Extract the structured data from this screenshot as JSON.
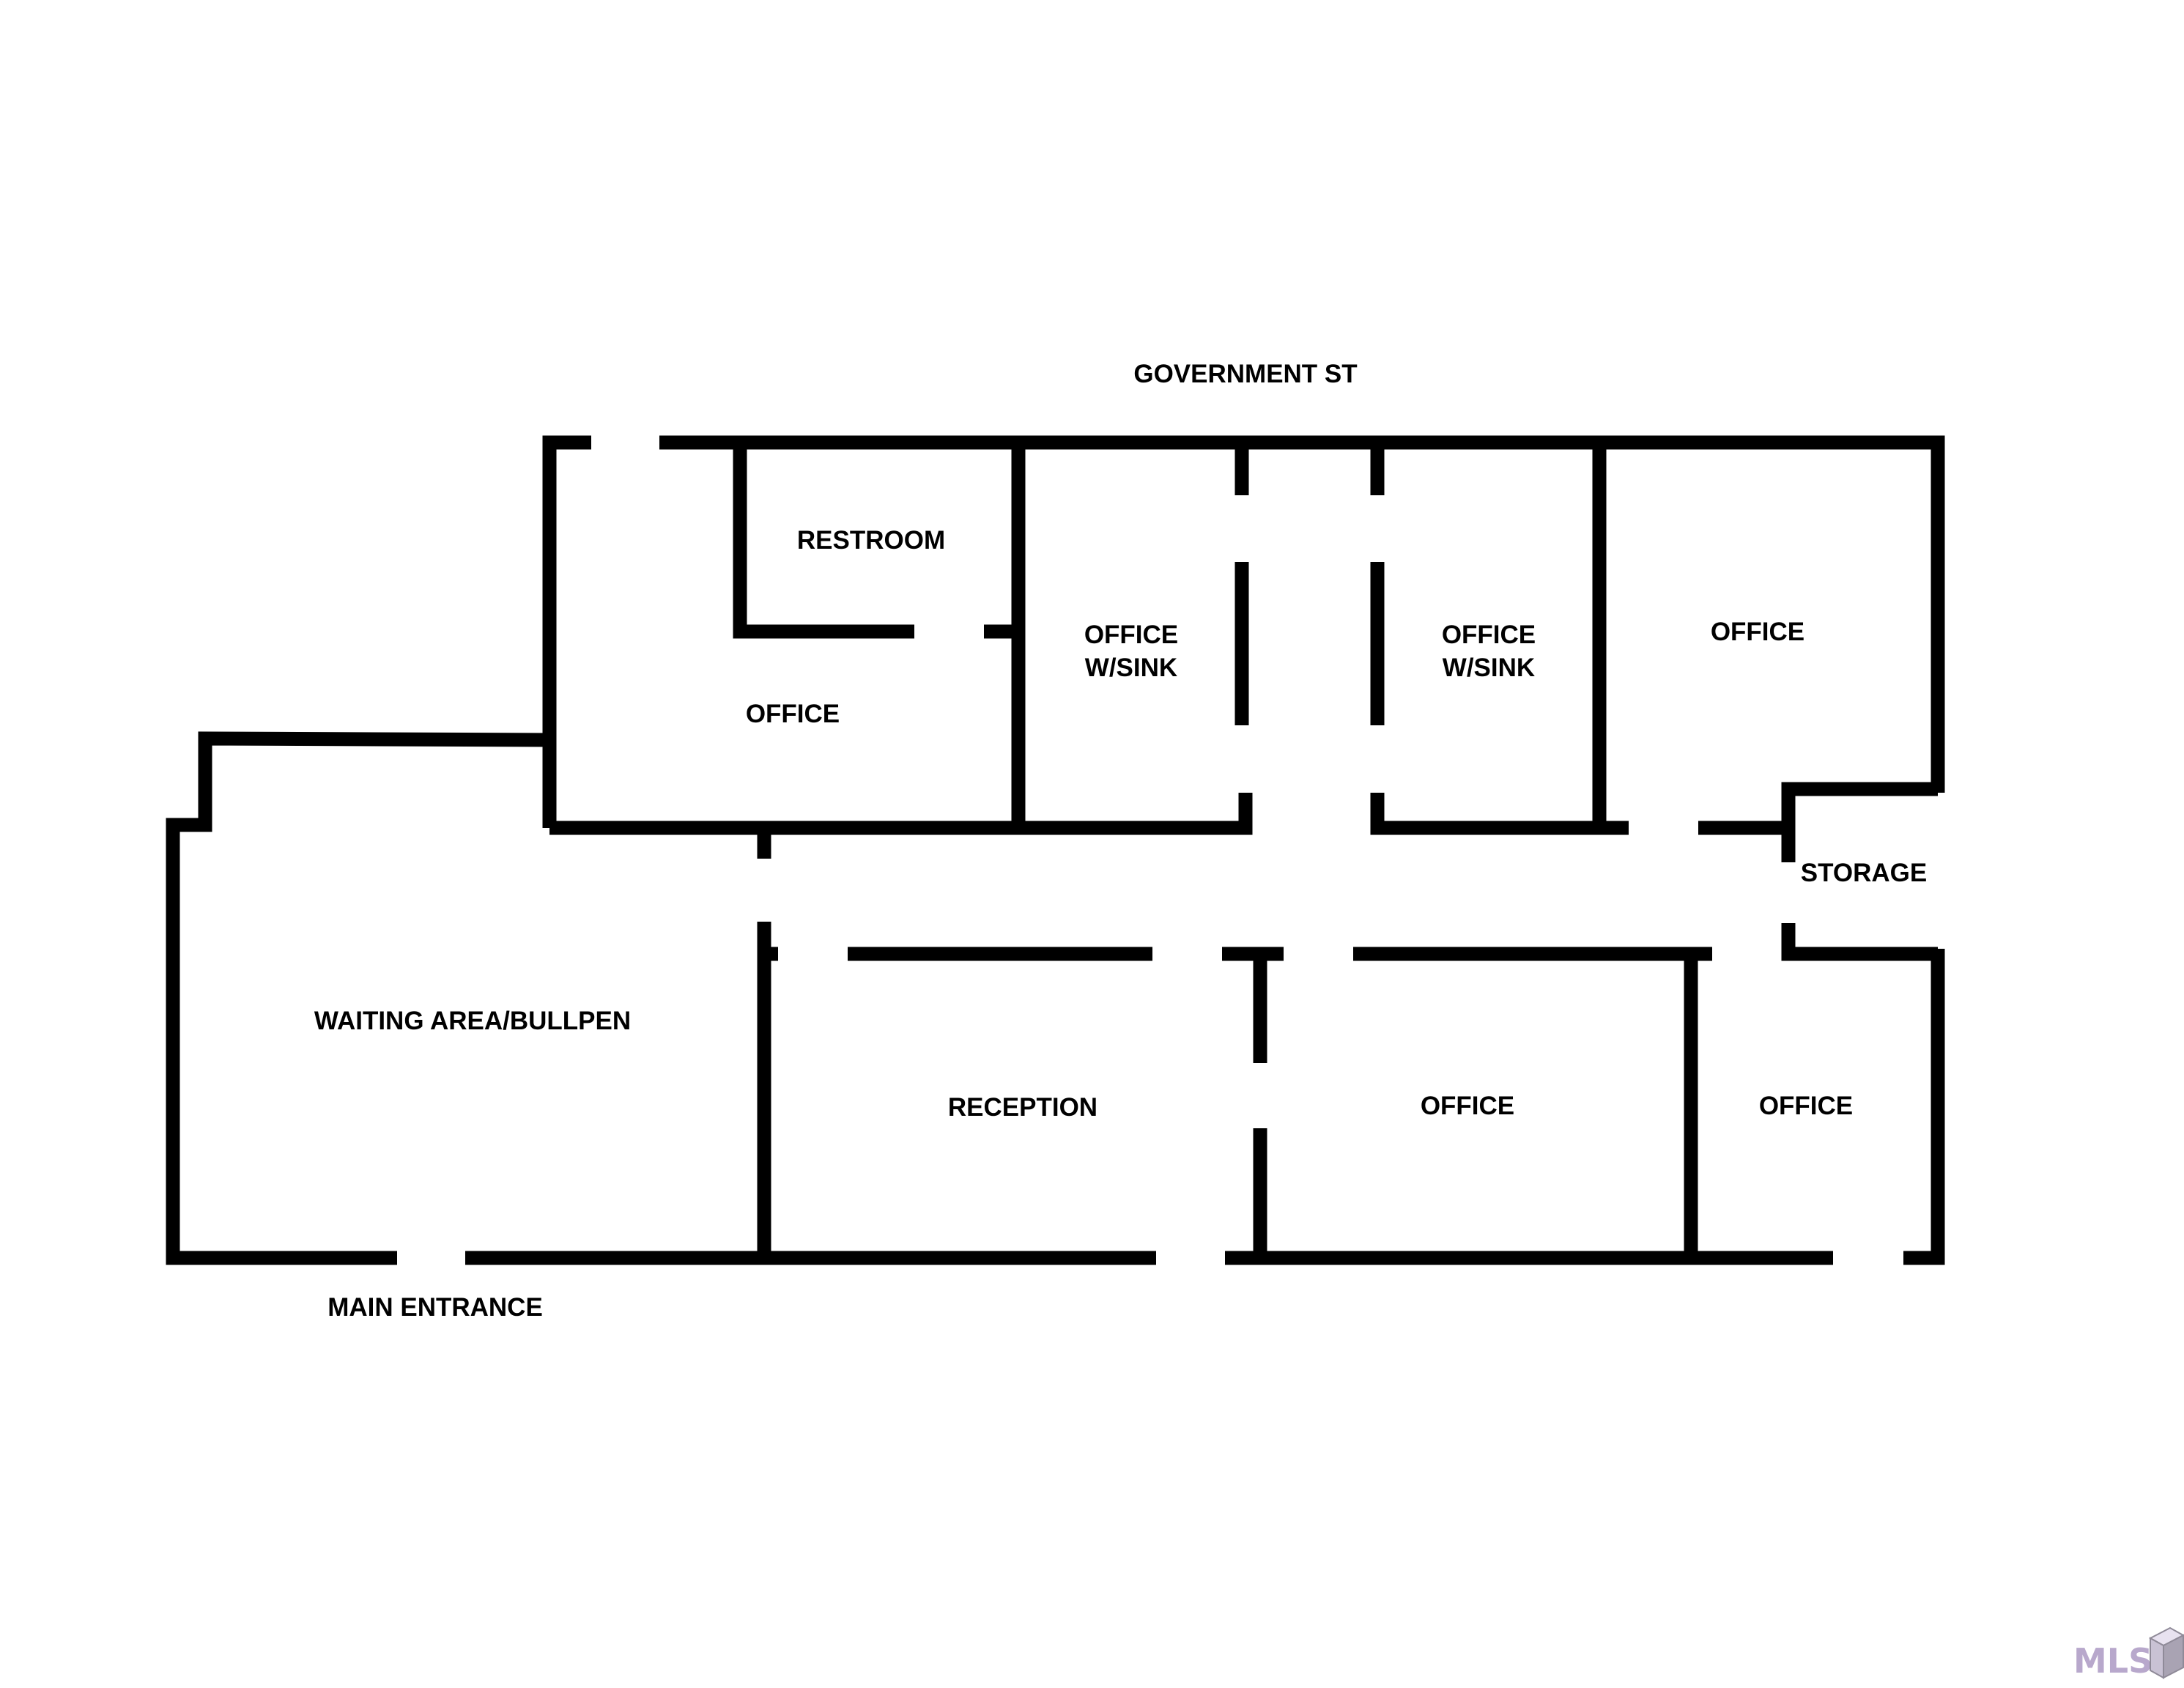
{
  "street_label": "GOVERNMENT ST",
  "entrance_label": "MAIN ENTRANCE",
  "rooms": {
    "restroom": "RESTROOM",
    "office_top_left": "OFFICE",
    "office_sink_1_line1": "OFFICE",
    "office_sink_1_line2": "W/SINK",
    "office_sink_2_line1": "OFFICE",
    "office_sink_2_line2": "W/SINK",
    "office_top_right": "OFFICE",
    "storage": "STORAGE",
    "waiting_area": "WAITING AREA/BULLPEN",
    "reception": "RECEPTION",
    "office_bottom_middle": "OFFICE",
    "office_bottom_right": "OFFICE"
  },
  "watermark": "MLS",
  "colors": {
    "wall": "#000000",
    "background": "#ffffff",
    "watermark": "#b8a8cc"
  }
}
